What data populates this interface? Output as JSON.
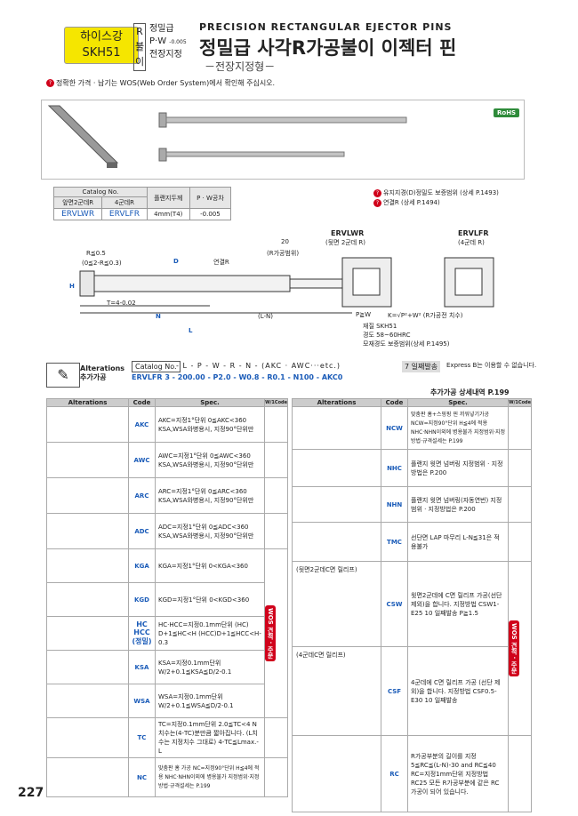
{
  "header": {
    "material_label": "하이스강",
    "material_code": "SKH51",
    "r_box": [
      "R",
      "불",
      "이"
    ],
    "features": [
      "정밀급",
      "P·W",
      "전장지정"
    ],
    "pw_tol": "-0.005",
    "title_en": "PRECISION RECTANGULAR EJECTOR PINS",
    "title_kr": "정밀급 사각R가공불이 이젝터 핀",
    "subtitle": "－전장지정형－",
    "notice": "정확한 가격 · 납기는 WOS(Web Order System)에서 확인해 주십시오.",
    "rohs": "RoHS"
  },
  "catalog": {
    "header_catalog": "Catalog No.",
    "col1": "앞면2군데R",
    "col2": "4군데R",
    "col3": "플랜지두께",
    "col4": "P · W공차",
    "rows": [
      {
        "c1": "ERVLWR",
        "c2": "ERVLFR",
        "c3": "4mm(T4)",
        "c4": "-0.005"
      }
    ]
  },
  "refs": [
    "유지지경(D)정밀도 보증범위 (상세 P.1493)",
    "연결R (상세 P.1494)"
  ],
  "drawing": {
    "labels": [
      "R≦0.5",
      "(0≦2-R≦0.3)",
      "D",
      "연결R",
      "20",
      "(R가공범위)",
      "H",
      "T=4-0.02",
      "N",
      "(L-N)",
      "L",
      "ERVLWR",
      "(뒷면 2군데 R)",
      "ERVLFR",
      "(4군데 R)",
      "P≧W",
      "K=√P²+W² (R가공전 치수)"
    ]
  },
  "spec_notes": [
    "재질 SKH51",
    "경도 58~60HRC",
    "모재경도 보증범위(상세 P.1495)"
  ],
  "order_bar": {
    "alterations_label": "Alterations",
    "alterations_kr": "추가가공",
    "catalog_no": "Catalog No.",
    "fields": [
      "L",
      "P",
      "W",
      "R",
      "N",
      "(AKC · AWC···etc.)"
    ],
    "example": "ERVLFR 3 - 200.00 - P2.0 - W0.8 - R0.1 - N100 - AKC0",
    "ship": "7 일째발송",
    "express": "Express B는 이용할 수 없습니다.",
    "detail": "추가가공 상세내역 P.199"
  },
  "alt_table": {
    "headers": [
      "Alterations",
      "Code",
      "Spec.",
      "W/1Code"
    ],
    "left": [
      {
        "code": "AKC",
        "spec": "AKC=지정1°단위 0≦AKC<360 KSA,WSA와병용시, 지정90°단위만"
      },
      {
        "code": "AWC",
        "spec": "AWC=지정1°단위 0≦AWC<360 KSA,WSA와병용시, 지정90°단위만"
      },
      {
        "code": "ARC",
        "spec": "ARC=지정1°단위 0≦ARC<360 KSA,WSA와병용시, 지정90°단위만"
      },
      {
        "code": "ADC",
        "spec": "ADC=지정1°단위 0≦ADC<360 KSA,WSA와병용시, 지정90°단위만"
      },
      {
        "code": "KGA",
        "spec": "KGA=지정1°단위 0<KGA<360"
      },
      {
        "code": "KGD",
        "spec": "KGD=지정1°단위 0<KGD<360"
      },
      {
        "code": "HC HCC (정밀)",
        "spec": "HC·HCC=지정0.1mm단위 (HC) D+1≦HC<H (HCC)D+1≦HCC<H-0.3"
      },
      {
        "code": "KSA",
        "spec": "KSA=지정0.1mm단위 W/2+0.1≦KSA≦D/2-0.1"
      },
      {
        "code": "WSA",
        "spec": "WSA=지정0.1mm단위 W/2+0.1≦WSA≦D/2-0.1"
      },
      {
        "code": "TC",
        "spec": "TC=지정0.1mm단위 2.0≦TC<4 N치수는(4-TC)분만큼 짧아집니다. (L치수는 지정치수 그대로) 4-TC≦Lmax.-L"
      },
      {
        "code": "NC",
        "spec": "맞춤판 홈 가공 NC=지정90°단위 H≦4에 적용 NHC·NHN이외에 병용불가 지정범위·지정방법·규격설세는 P.199"
      }
    ],
    "right": [
      {
        "code": "NCW",
        "spec": "맞춤판 홈+스핑핑 핀 끼워넣기가공 NCW=지정90°단위 H≦4에 적용 NHC·NHN이외에 병용불가 지정범위·지정방법·규격설세는 P.199"
      },
      {
        "code": "NHC",
        "spec": "플랜지 윗면 넘버링 지정범위 · 지정방법은 P.200"
      },
      {
        "code": "NHN",
        "spec": "플랜지 윗면 넘버링(자동연번) 지정범위 · 지정방법은 P.200"
      },
      {
        "code": "TMC",
        "spec": "선단면 LAP 마무리 L-N≦31은 적용불가"
      },
      {
        "code": "CSW",
        "spec": "윗면2군데에 C면 릴리프 가공(선단 제외)을 합니다. 지정방법 CSW1-E25 10 일째발송 P≧1.5"
      },
      {
        "code": "CSF",
        "spec": "4군데에 C면 릴리프 가공 (선단 제외)을 합니다. 지정방법 CSF0.5-E30 10 일째발송"
      },
      {
        "code": "RC",
        "spec": "R가공부분의 길이를 지정 5≦RC≦(L-N)-30 and RC≦40 RC=지정1mm단위 지정방법 RC25 모든 R가공부분에 같은 RC 가공이 되어 있습니다."
      }
    ],
    "csw_label": "(뒷면2군데C면 릴리프)",
    "csf_label": "(4군데C면 릴리프)",
    "wos_badge": "WOS 견적 · 주문"
  },
  "page_number": "227"
}
